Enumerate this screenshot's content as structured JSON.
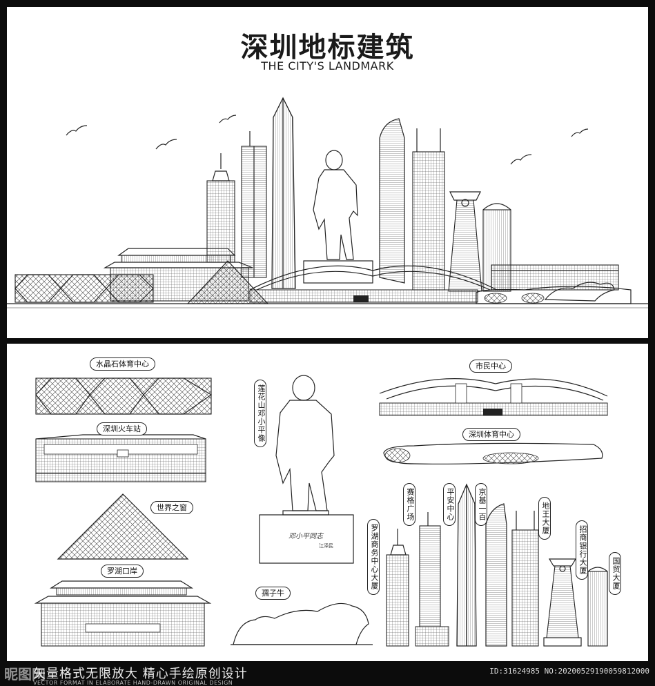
{
  "header": {
    "title_cn": "深圳地标建筑",
    "title_en": "THE CITY'S LANDMARK"
  },
  "labels": {
    "shuijingshi": "水晶石体育中心",
    "huochezhan": "深圳火车站",
    "shijiezhichuang": "世界之窗",
    "luohukouan": "罗湖口岸",
    "dengxiaoping": "莲花山邓小平像",
    "ruziniu": "孺子牛",
    "shiminzhongxin": "市民中心",
    "tiyuzhongxin": "深圳体育中心",
    "saige": "赛格广场",
    "pingan": "平安中心",
    "jingji": "京基一百",
    "diwang": "地王大厦",
    "luohushangwu": "罗湖商务中心大厦",
    "zhaoshang": "招商银行大厦",
    "guomao": "国贸大厦"
  },
  "statue_inscription": "邓小平同志",
  "statue_signature": "江泽民",
  "footer": {
    "slogan_cn": "矢量格式无限放大  精心手绘原创设计",
    "slogan_en": "VECTOR FORMAT IN ELABORATE HAND-DRAWN ORIGINAL DESIGN",
    "watermark_left": "昵图网",
    "watermark_right": "ID:31624985 NO:20200529190059812000"
  },
  "colors": {
    "frame": "#0c0c0c",
    "panel": "#ffffff",
    "ink": "#222222"
  }
}
